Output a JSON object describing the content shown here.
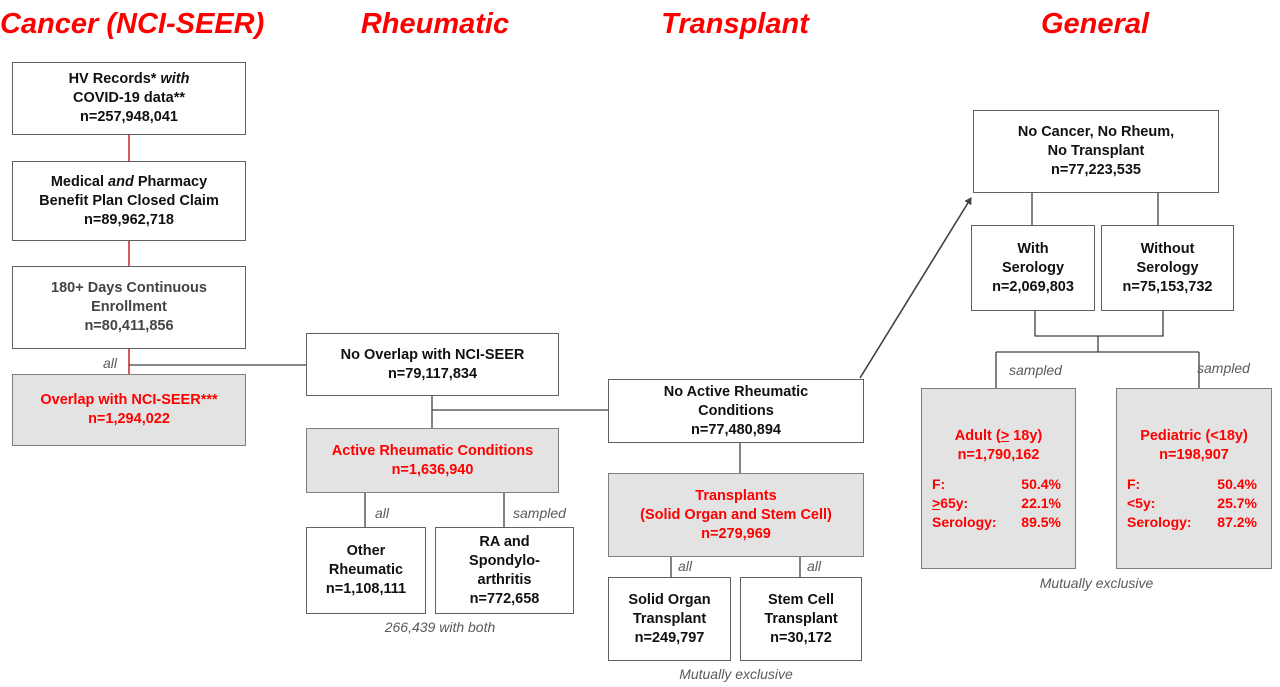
{
  "titles": {
    "cancer": "Cancer (NCI-SEER)",
    "rheumatic": "Rheumatic",
    "transplant": "Transplant",
    "general": "General"
  },
  "boxes": {
    "hv_records": {
      "line1": "HV Records* ",
      "line1_em": "with",
      "line2": "COVID-19 data**",
      "count": "n=257,948,041"
    },
    "closed_claim": {
      "line1_a": "Medical ",
      "line1_em": "and",
      "line1_b": " Pharmacy",
      "line2": "Benefit Plan Closed Claim",
      "count": "n=89,962,718"
    },
    "enrollment": {
      "line1": "180+ Days Continuous",
      "line2": "Enrollment",
      "count": "n=80,411,856"
    },
    "overlap_seer": {
      "line1": "Overlap with NCI-SEER***",
      "count": "n=1,294,022"
    },
    "no_overlap_seer": {
      "line1": "No Overlap with NCI-SEER",
      "count": "n=79,117,834"
    },
    "active_rheum": {
      "line1": "Active Rheumatic Conditions",
      "count": "n=1,636,940"
    },
    "other_rheum": {
      "line1": "Other",
      "line2": "Rheumatic",
      "count": "n=1,108,111"
    },
    "ra_spondylo": {
      "line1": "RA and",
      "line2": "Spondylo-",
      "line3": "arthritis",
      "count": "n=772,658"
    },
    "no_active_rheum": {
      "line1": "No Active Rheumatic",
      "line2": "Conditions",
      "count": "n=77,480,894"
    },
    "transplants": {
      "line1": "Transplants",
      "line2": "(Solid Organ and Stem Cell)",
      "count": "n=279,969"
    },
    "solid_organ": {
      "line1": "Solid Organ",
      "line2": "Transplant",
      "count": "n=249,797"
    },
    "stem_cell": {
      "line1": "Stem Cell",
      "line2": "Transplant",
      "count": "n=30,172"
    },
    "no_cancer": {
      "line1": "No Cancer, No Rheum,",
      "line2": "No Transplant",
      "count": "n=77,223,535"
    },
    "with_serology": {
      "line1": "With",
      "line2": "Serology",
      "count": "n=2,069,803"
    },
    "without_serology": {
      "line1": "Without",
      "line2": "Serology",
      "count": "n=75,153,732"
    },
    "adult": {
      "label_a": "Adult (",
      "label_u": ">",
      "label_b": " 18y)",
      "count": "n=1,790,162",
      "stats": [
        {
          "key": "F:",
          "key_u": "",
          "value": "50.4%"
        },
        {
          "key": "65y:",
          "key_u": ">",
          "value": "22.1%"
        },
        {
          "key": "Serology:",
          "key_u": "",
          "value": "89.5%"
        }
      ]
    },
    "pediatric": {
      "label": "Pediatric (<18y)",
      "count": "n=198,907",
      "stats": [
        {
          "key": "F:",
          "value": "50.4%"
        },
        {
          "key": "<5y:",
          "value": "25.7%"
        },
        {
          "key": "Serology:",
          "value": "87.2%"
        }
      ]
    }
  },
  "labels": {
    "all_cancer": "all",
    "all_rheum": "all",
    "sampled_rheum": "sampled",
    "both_note": "266,439 with both",
    "all_solid": "all",
    "all_stem": "all",
    "mutually_exclusive_transplant": "Mutually exclusive",
    "sampled_adult": "sampled",
    "sampled_pediatric": "sampled",
    "mutually_exclusive_general": "Mutually exclusive"
  },
  "colors": {
    "accent_red": "#ff0000",
    "shaded_fill": "#e3e3e3",
    "cancer_line": "#c00000",
    "connector": "#404040"
  }
}
